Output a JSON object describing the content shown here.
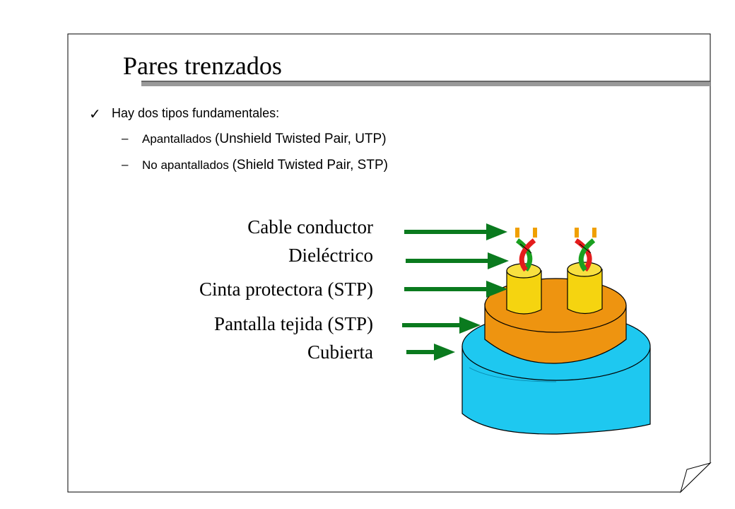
{
  "slide": {
    "title": "Pares trenzados",
    "bullet": "Hay dos tipos fundamentales:",
    "subitems": [
      {
        "dash": "–",
        "prefix": "Apantallados ",
        "detail": "(Unshield Twisted Pair, UTP)"
      },
      {
        "dash": "–",
        "prefix": "No apantallados ",
        "detail": "(Shield Twisted Pair, STP)"
      }
    ]
  },
  "diagram": {
    "labels": [
      "Cable conductor",
      "Dieléctrico",
      "Cinta protectora (STP)",
      "Pantalla tejida (STP)",
      "Cubierta"
    ],
    "colors": {
      "arrow": "#0a7a1e",
      "jacket": "#1ec8f0",
      "shield": "#ee9410",
      "dielectric": "#f5d410",
      "wire_red": "#e41c1c",
      "wire_green": "#1aa020",
      "conductor": "#f0a000",
      "title_bar": "#9a9a9a"
    }
  }
}
